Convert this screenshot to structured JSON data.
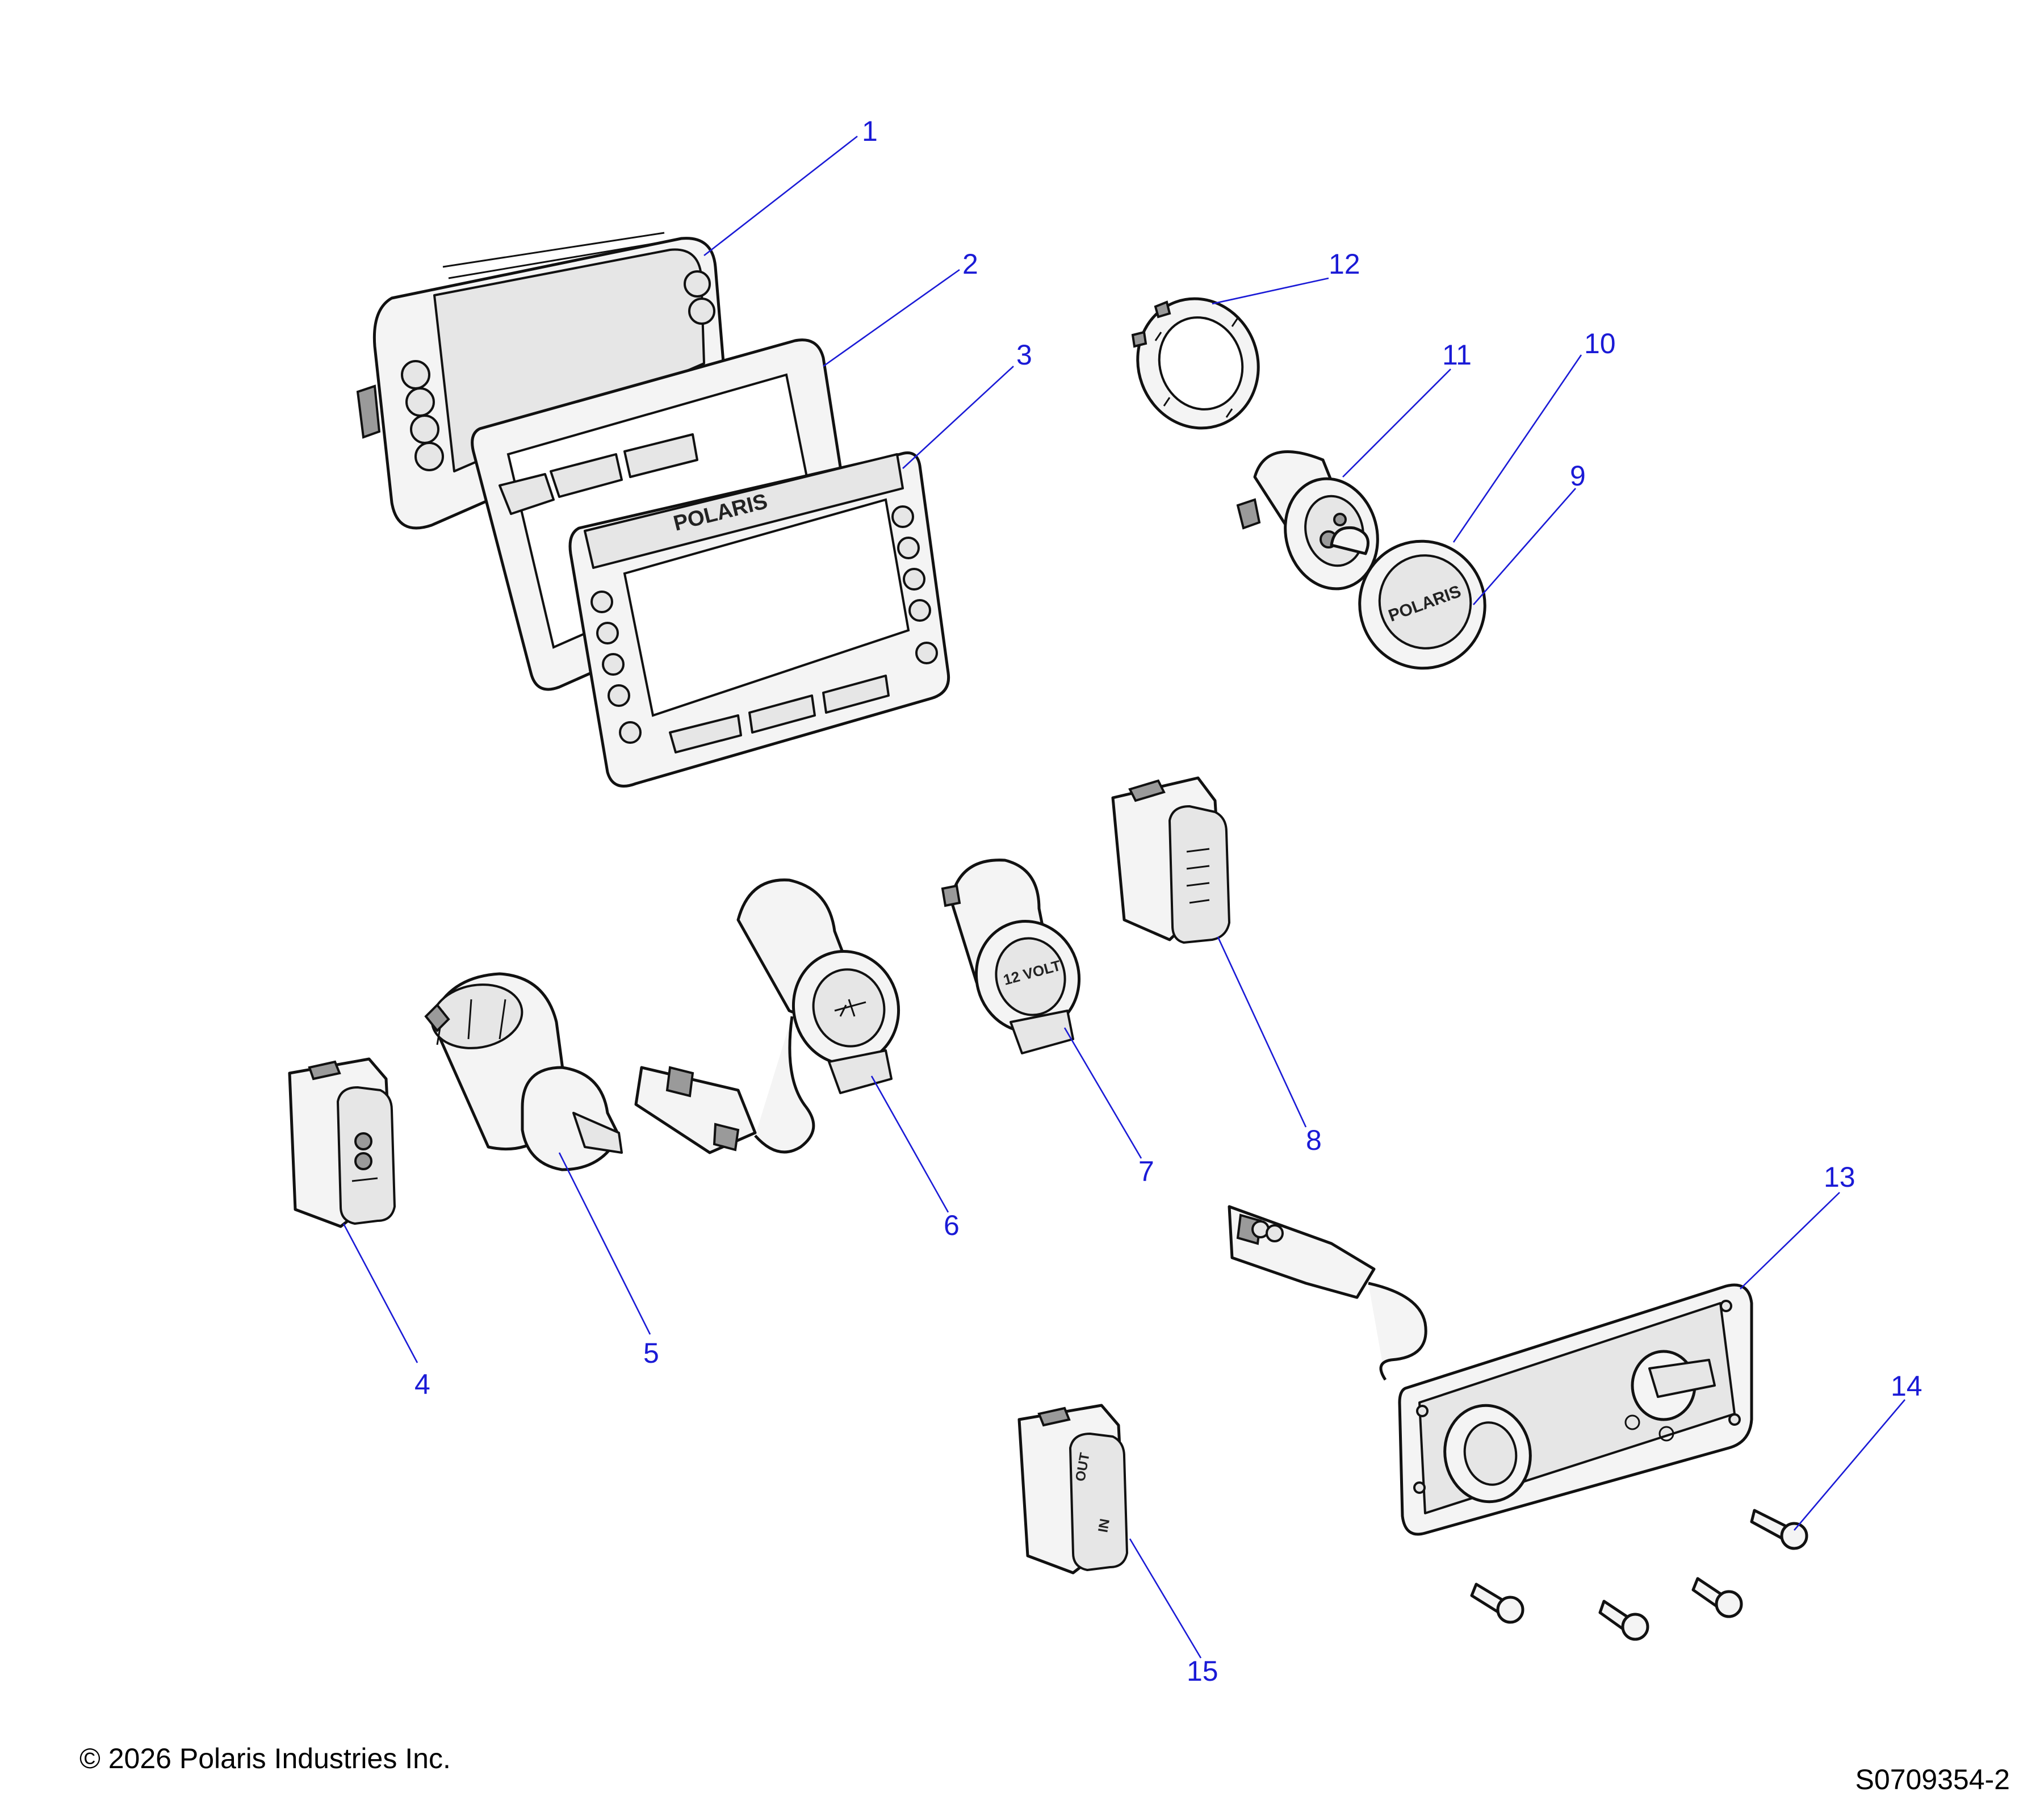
{
  "callouts": [
    {
      "num": "1",
      "label": "1"
    },
    {
      "num": "2",
      "label": "2"
    },
    {
      "num": "3",
      "label": "3"
    },
    {
      "num": "4",
      "label": "4"
    },
    {
      "num": "5",
      "label": "5"
    },
    {
      "num": "6",
      "label": "6"
    },
    {
      "num": "7",
      "label": "7"
    },
    {
      "num": "8",
      "label": "8"
    },
    {
      "num": "9",
      "label": "9"
    },
    {
      "num": "10",
      "label": "10"
    },
    {
      "num": "11",
      "label": "11"
    },
    {
      "num": "12",
      "label": "12"
    },
    {
      "num": "13",
      "label": "13"
    },
    {
      "num": "14",
      "label": "14"
    },
    {
      "num": "15",
      "label": "15"
    }
  ],
  "embossed": {
    "bezel_brand": "POLARIS",
    "cap_brand": "POLARIS",
    "socket_label": "12 VOLT",
    "switch_out": "OUT",
    "switch_in": "IN"
  },
  "footer": {
    "copyright": "© 2026 Polaris Industries Inc.",
    "drawing_number": "S0709354-2"
  },
  "colors": {
    "callout": "#1a1ad6",
    "outline": "#111111",
    "part_fill": "#f4f4f4"
  }
}
